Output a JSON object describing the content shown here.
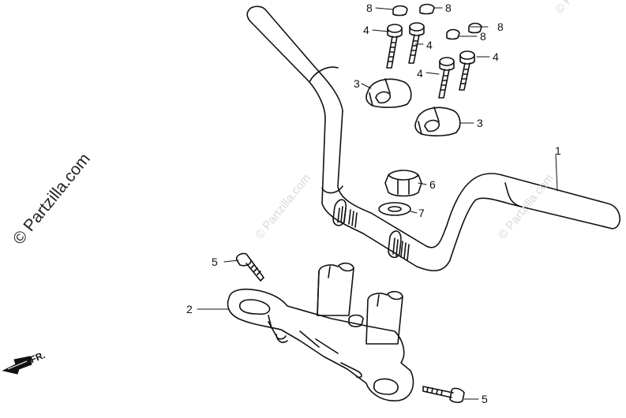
{
  "watermark": {
    "main": "© Partzilla.com",
    "faint": "© Partzilla.com"
  },
  "direction_label": "FR.",
  "callouts": {
    "c1": "1",
    "c2": "2",
    "c3a": "3",
    "c3b": "3",
    "c4a": "4",
    "c4b": "4",
    "c4c": "4",
    "c4d": "4",
    "c5a": "5",
    "c5b": "5",
    "c6": "6",
    "c7": "7",
    "c8a": "8",
    "c8b": "8",
    "c8c": "8",
    "c8d": "8"
  }
}
